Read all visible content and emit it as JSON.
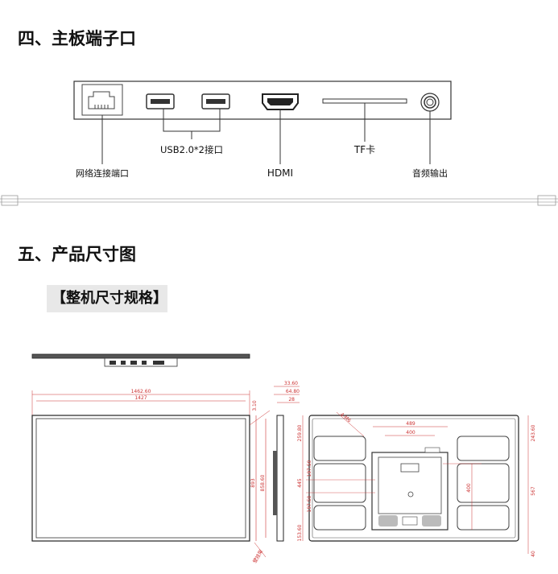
{
  "section4": {
    "title": "四、主板端子口",
    "labels": {
      "network": "网络连接端口",
      "usb": "USB2.0*2接口",
      "hdmi": "HDMI",
      "tf": "TF卡",
      "audio": "音频输出"
    }
  },
  "section5": {
    "title": "五、产品尺寸图",
    "subtitle": "【整机尺寸规格】"
  },
  "dimensions": {
    "front_width_outer": "1462.60",
    "front_width_inner": "1427",
    "side_overall": "33.60",
    "side_b": "64.80",
    "side_c": "28",
    "small_3": "3.10",
    "height_outer": "893",
    "height_inner": "858.60",
    "bracket_label": "壁挂架",
    "corner_note": "4-M6",
    "rear_w1": "489",
    "rear_w2": "400",
    "rear_left_top": "259.80",
    "rear_left_a": "197.50",
    "rear_left_b": "445",
    "rear_left_c": "197.50",
    "rear_left_bottom": "153.60",
    "rear_right_top": "243.60",
    "rear_right_mid": "567",
    "rear_inner_400": "400",
    "rear_right_bottom": "40"
  },
  "colors": {
    "dimension_red": "#cc3333",
    "line": "#333333",
    "subtitle_bg": "#e8e8e8"
  }
}
